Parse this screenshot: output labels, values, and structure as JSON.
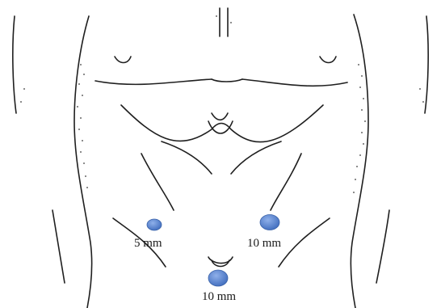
{
  "figure": {
    "ports": [
      {
        "label": "5 mm",
        "kind": "small"
      },
      {
        "label": "10 mm",
        "kind": "large"
      },
      {
        "label": "10 mm",
        "kind": "large"
      }
    ],
    "colors": {
      "port_fill": "#4a78c8",
      "port_fill_light": "#6f97dc",
      "line": "#1f1f1f",
      "stipple": "#3a3a3a"
    }
  }
}
